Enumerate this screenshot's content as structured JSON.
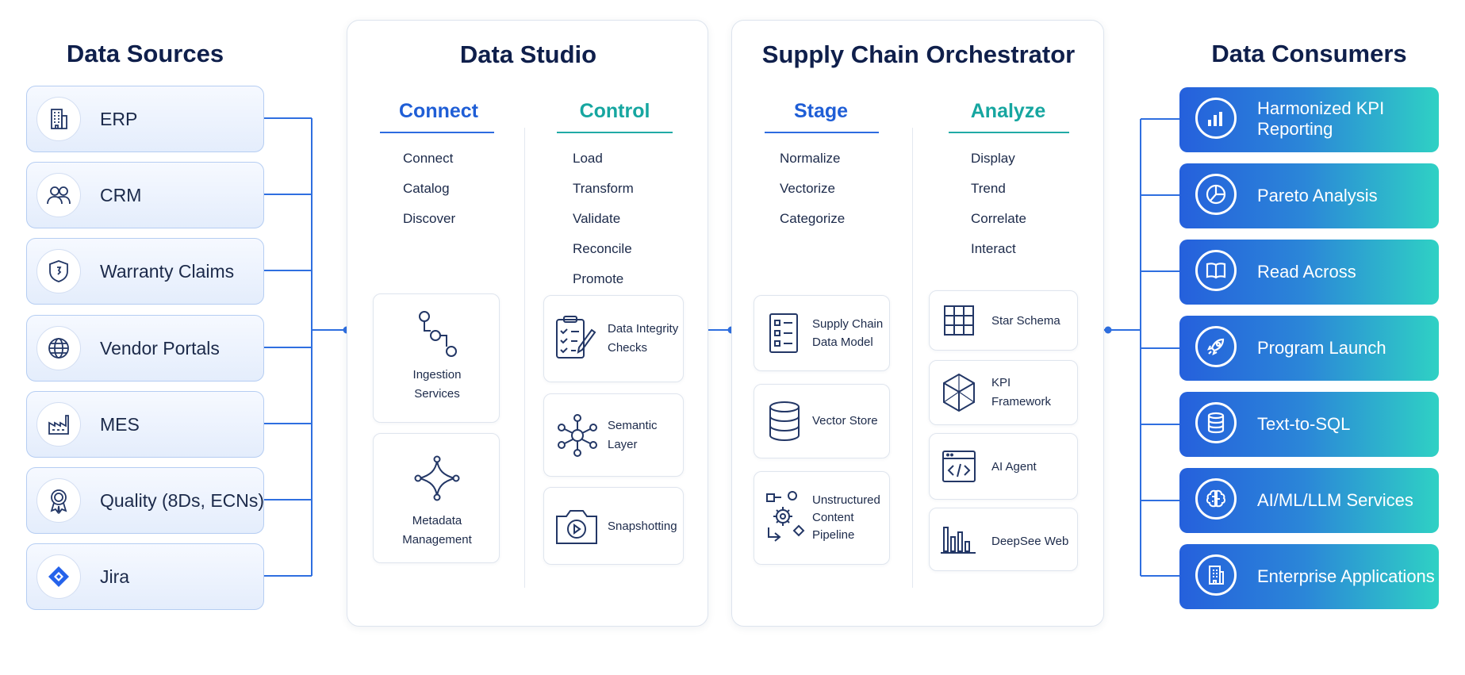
{
  "sources": {
    "title": "Data Sources",
    "items": [
      {
        "label": "ERP",
        "icon": "building-icon"
      },
      {
        "label": "CRM",
        "icon": "users-icon"
      },
      {
        "label": "Warranty Claims",
        "icon": "shield-icon"
      },
      {
        "label": "Vendor Portals",
        "icon": "globe-icon"
      },
      {
        "label": "MES",
        "icon": "factory-icon"
      },
      {
        "label": "Quality (8Ds, ECNs)",
        "icon": "award-icon"
      },
      {
        "label": "Jira",
        "icon": "jira-icon"
      }
    ]
  },
  "studio": {
    "title": "Data Studio",
    "connect": {
      "heading": "Connect",
      "steps": [
        "Connect",
        "Catalog",
        "Discover"
      ],
      "cards": [
        {
          "line1": "Ingestion",
          "line2": "Services",
          "icon": "pipeline-icon"
        },
        {
          "line1": "Metadata",
          "line2": "Management",
          "icon": "network-icon"
        }
      ]
    },
    "control": {
      "heading": "Control",
      "steps": [
        "Load",
        "Transform",
        "Validate",
        "Reconcile",
        "Promote"
      ],
      "cards": [
        {
          "line1": "Data Integrity",
          "line2": "Checks",
          "icon": "checklist-icon"
        },
        {
          "line1": "Semantic",
          "line2": "Layer",
          "icon": "hub-icon"
        },
        {
          "line1": "Snapshotting",
          "line2": "",
          "icon": "camera-icon"
        }
      ]
    }
  },
  "orchestrator": {
    "title": "Supply Chain Orchestrator",
    "stage": {
      "heading": "Stage",
      "steps": [
        "Normalize",
        "Vectorize",
        "Categorize"
      ],
      "cards": [
        {
          "line1": "Supply Chain",
          "line2": "Data Model",
          "line3": "",
          "icon": "list-icon"
        },
        {
          "line1": "Vector Store",
          "line2": "",
          "line3": "",
          "icon": "database-icon"
        },
        {
          "line1": "Unstructured",
          "line2": "Content",
          "line3": "Pipeline",
          "icon": "gears-icon"
        }
      ]
    },
    "analyze": {
      "heading": "Analyze",
      "steps": [
        "Display",
        "Trend",
        "Correlate",
        "Interact"
      ],
      "cards": [
        {
          "line1": "Star Schema",
          "line2": "",
          "icon": "grid-icon"
        },
        {
          "line1": "KPI",
          "line2": "Framework",
          "icon": "cube-icon"
        },
        {
          "line1": "AI Agent",
          "line2": "",
          "icon": "code-window-icon"
        },
        {
          "line1": "DeepSee Web",
          "line2": "",
          "icon": "bar-chart-icon"
        }
      ]
    }
  },
  "consumers": {
    "title": "Data Consumers",
    "items": [
      {
        "line1": "Harmonized KPI",
        "line2": "Reporting",
        "icon": "bar-chart-icon"
      },
      {
        "line1": "Pareto Analysis",
        "line2": "",
        "icon": "pie-chart-icon"
      },
      {
        "line1": "Read Across",
        "line2": "",
        "icon": "book-icon"
      },
      {
        "line1": "Program Launch",
        "line2": "",
        "icon": "rocket-icon"
      },
      {
        "line1": "Text-to-SQL",
        "line2": "",
        "icon": "database-icon"
      },
      {
        "line1": "AI/ML/LLM Services",
        "line2": "",
        "icon": "brain-icon"
      },
      {
        "line1": "Enterprise Applications",
        "line2": "",
        "icon": "office-building-icon"
      }
    ]
  },
  "colors": {
    "navy": "#0f1f4b",
    "blue_accent": "#1f5ed6",
    "teal_accent": "#16a6a0",
    "connector": "#2f6fe0",
    "consumer_gradient_start": "#2560dc",
    "consumer_gradient_end": "#2fd1c4"
  }
}
